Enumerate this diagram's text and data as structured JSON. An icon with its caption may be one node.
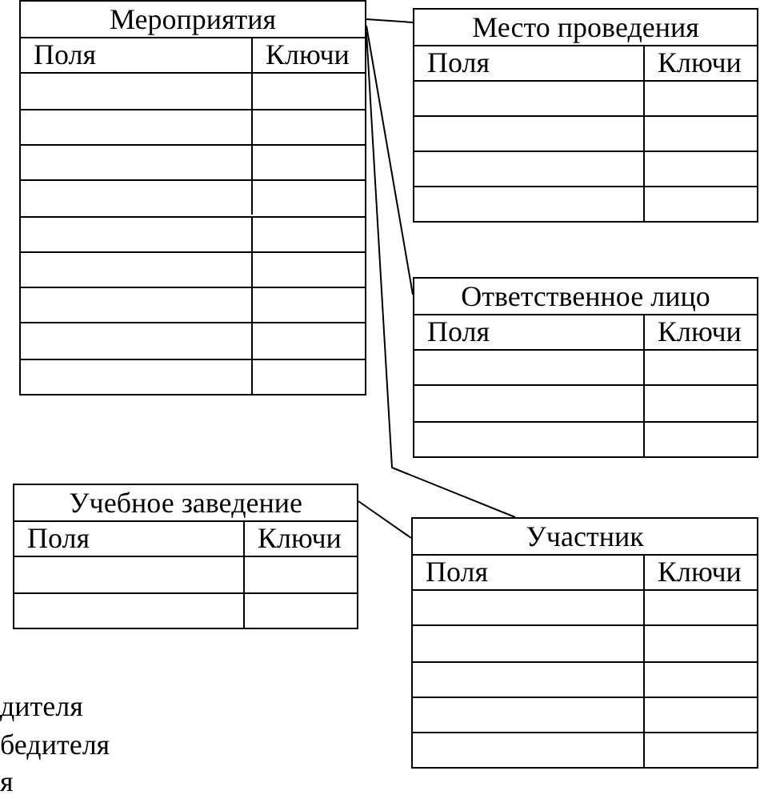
{
  "diagram": {
    "nodes": [
      {
        "text": [
          "Мероприятия"
        ]
      },
      {
        "text": [
          "Поля"
        ],
        "in": 0
      },
      {
        "text": [
          "Ключи"
        ],
        "in": 0
      },
      {
        "text": [],
        "shape": "box",
        "in": 0
      },
      {
        "text": [],
        "shape": "box",
        "in": 0
      },
      {
        "text": [],
        "shape": "box",
        "in": 0
      },
      {
        "text": [],
        "shape": "box",
        "in": 0
      },
      {
        "text": [],
        "shape": "box",
        "in": 0
      },
      {
        "text": [],
        "shape": "box",
        "in": 0
      },
      {
        "text": [],
        "shape": "box",
        "in": 0
      },
      {
        "text": [],
        "shape": "box",
        "in": 0
      },
      {
        "text": [],
        "shape": "box",
        "in": 0
      },
      {
        "text": [],
        "shape": "box",
        "in": 0
      },
      {
        "text": [],
        "shape": "box",
        "in": 0
      },
      {
        "text": [],
        "shape": "box",
        "in": 0
      },
      {
        "text": [],
        "shape": "box",
        "in": 0
      },
      {
        "text": [],
        "shape": "box",
        "in": 0
      },
      {
        "text": [],
        "shape": "box",
        "in": 0
      },
      {
        "text": [],
        "shape": "box",
        "in": 0
      },
      {
        "text": [],
        "shape": "box",
        "in": 0
      },
      {
        "text": [],
        "shape": "box",
        "in": 0
      },
      {
        "text": [
          "Место проведения"
        ]
      },
      {
        "text": [
          "Поля"
        ],
        "in": 21
      },
      {
        "text": [
          "Ключи"
        ],
        "in": 21
      },
      {
        "text": [],
        "shape": "box",
        "in": 21
      },
      {
        "text": [],
        "shape": "box",
        "in": 21
      },
      {
        "text": [],
        "shape": "box",
        "in": 21
      },
      {
        "text": [],
        "shape": "box",
        "in": 21
      },
      {
        "text": [],
        "shape": "box",
        "in": 21
      },
      {
        "text": [],
        "shape": "box",
        "in": 21
      },
      {
        "text": [],
        "shape": "box",
        "in": 21
      },
      {
        "text": [],
        "shape": "box",
        "in": 21
      },
      {
        "text": [
          "Ответственное лицо"
        ]
      },
      {
        "text": [
          "Поля"
        ],
        "in": 32
      },
      {
        "text": [
          "Ключи"
        ],
        "in": 32
      },
      {
        "text": [],
        "shape": "box",
        "in": 32
      },
      {
        "text": [],
        "shape": "box",
        "in": 32
      },
      {
        "text": [],
        "shape": "box",
        "in": 32
      },
      {
        "text": [],
        "shape": "box",
        "in": 32
      },
      {
        "text": [],
        "shape": "box",
        "in": 32
      },
      {
        "text": [],
        "shape": "box",
        "in": 32
      },
      {
        "text": [
          "Учебное заведение"
        ]
      },
      {
        "text": [
          "Поля"
        ],
        "in": 41
      },
      {
        "text": [
          "Ключи"
        ],
        "in": 41
      },
      {
        "text": [],
        "shape": "box",
        "in": 41
      },
      {
        "text": [],
        "shape": "box",
        "in": 41
      },
      {
        "text": [],
        "shape": "box",
        "in": 41
      },
      {
        "text": [],
        "shape": "box",
        "in": 41
      },
      {
        "text": [
          "Участник"
        ]
      },
      {
        "text": [
          "Поля"
        ],
        "in": 48
      },
      {
        "text": [
          "Ключи"
        ],
        "in": 48
      },
      {
        "text": [],
        "shape": "box",
        "in": 48
      },
      {
        "text": [],
        "shape": "box",
        "in": 48
      },
      {
        "text": [],
        "shape": "box",
        "in": 48
      },
      {
        "text": [],
        "shape": "box",
        "in": 48
      },
      {
        "text": [],
        "shape": "box",
        "in": 48
      },
      {
        "text": [],
        "shape": "box",
        "in": 48
      },
      {
        "text": [],
        "shape": "box",
        "in": 48
      },
      {
        "text": [],
        "shape": "box",
        "in": 48
      },
      {
        "text": [],
        "shape": "box",
        "in": 48
      },
      {
        "text": [],
        "shape": "box",
        "in": 48
      }
    ],
    "edges": [
      {
        "from": 0,
        "to": 21,
        "arrow": "none"
      },
      {
        "from": 0,
        "to": 32,
        "arrow": "none"
      },
      {
        "from": 0,
        "to": 48,
        "arrow": "none"
      },
      {
        "from": 41,
        "to": 48,
        "arrow": "none"
      }
    ],
    "labels": [
      "дителя",
      "бедителя",
      "я"
    ]
  }
}
